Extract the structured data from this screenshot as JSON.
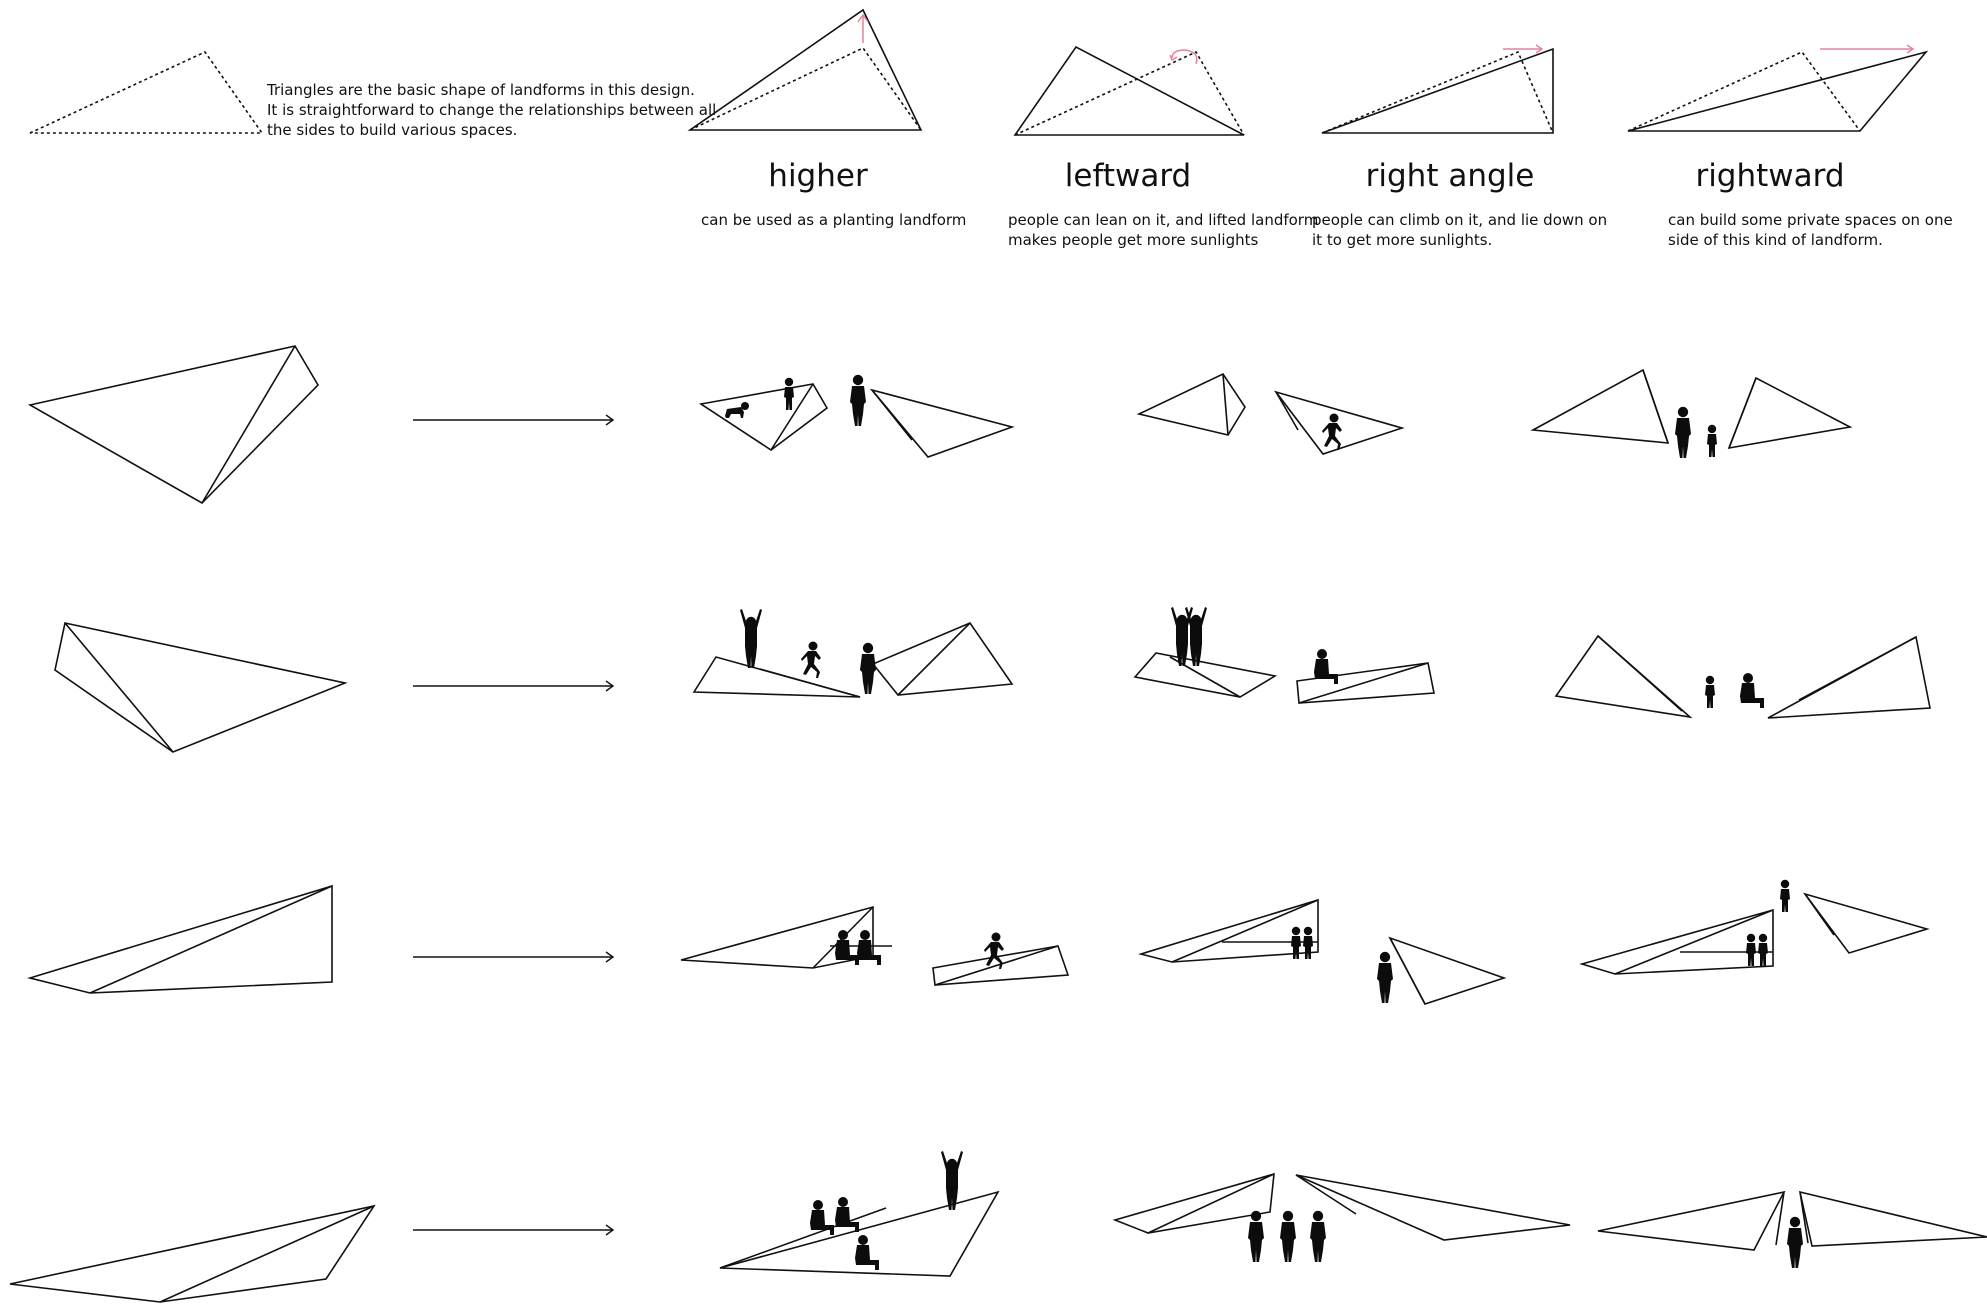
{
  "intro": {
    "lines": [
      "Triangles are the basic shape of landforms in this design.",
      "It is straightforward to change the relationships between all",
      "the sides to build various spaces."
    ]
  },
  "transformations": [
    {
      "heading": "higher",
      "description_lines": [
        "can be used as a planting landform"
      ]
    },
    {
      "heading": "leftward",
      "description_lines": [
        "people can lean on it, and lifted landform",
        "makes people get more sunlights"
      ]
    },
    {
      "heading": "right angle",
      "description_lines": [
        "people can climb on it, and lie down on",
        "it to get more sunlights."
      ]
    },
    {
      "heading": "rightward",
      "description_lines": [
        "can build some private spaces on one",
        "side of this kind of landform."
      ]
    }
  ],
  "colors": {
    "line": "#111111",
    "accent": "#e7839b",
    "silhouette": "#0c0c0c",
    "background": "#ffffff"
  },
  "icons": [
    "arrow-right-icon",
    "arrow-up-icon",
    "curl-arrow-icon",
    "person-silhouette-icon"
  ]
}
